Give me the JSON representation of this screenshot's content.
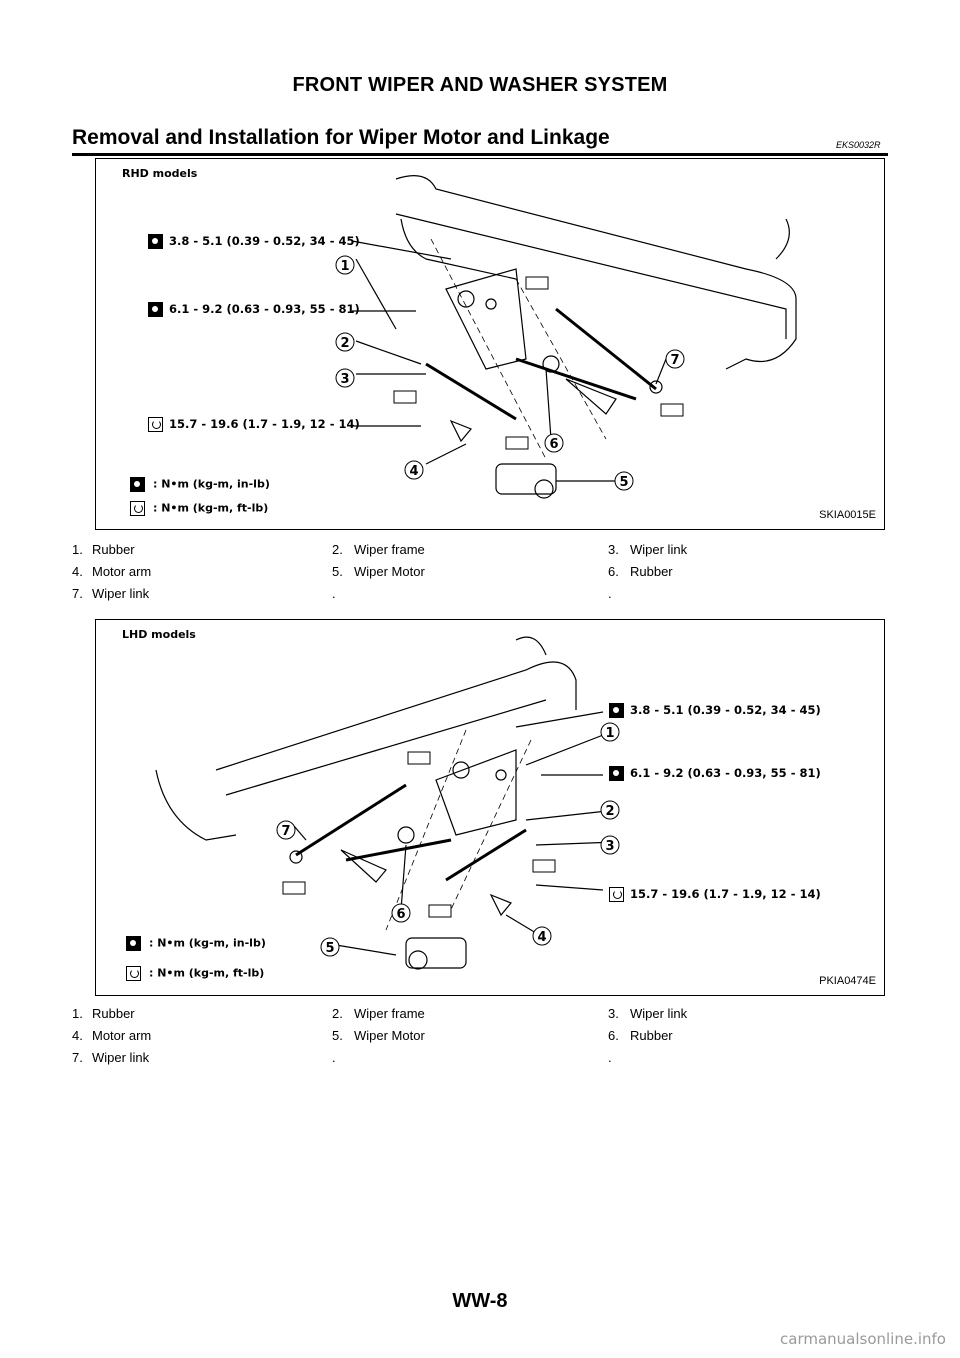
{
  "header": {
    "title": "FRONT WIPER AND WASHER SYSTEM"
  },
  "section": {
    "title": "Removal and Installation for Wiper Motor and Linkage",
    "code": "EKS0032R"
  },
  "figure_rhd": {
    "label": "RHD models",
    "code": "SKIA0015E",
    "torque_1": "3.8 - 5.1 (0.39 - 0.52, 34 - 45)",
    "torque_2": "6.1 - 9.2 (0.63 - 0.93, 55 - 81)",
    "torque_3": "15.7 - 19.6 (1.7 - 1.9, 12 - 14)",
    "legend_inlb": ": N•m  (kg-m,  in-lb)",
    "legend_ftlb": ": N•m  (kg-m,  ft-lb)",
    "numbers": [
      "1",
      "2",
      "3",
      "4",
      "5",
      "6",
      "7"
    ]
  },
  "parts_rhd": [
    [
      "1.",
      "Rubber",
      "2.",
      "Wiper frame",
      "3.",
      "Wiper link"
    ],
    [
      "4.",
      "Motor arm",
      "5.",
      "Wiper Motor",
      "6.",
      "Rubber"
    ],
    [
      "7.",
      "Wiper link",
      ".",
      "",
      ".",
      ""
    ]
  ],
  "figure_lhd": {
    "label": "LHD models",
    "code": "PKIA0474E",
    "torque_1": "3.8 - 5.1 (0.39 - 0.52, 34 - 45)",
    "torque_2": "6.1 - 9.2 (0.63 - 0.93, 55 - 81)",
    "torque_3": "15.7 - 19.6 (1.7 - 1.9, 12 - 14)",
    "legend_inlb": ": N•m  (kg-m,  in-lb)",
    "legend_ftlb": ": N•m  (kg-m,  ft-lb)",
    "numbers": [
      "1",
      "2",
      "3",
      "4",
      "5",
      "6",
      "7"
    ]
  },
  "parts_lhd": [
    [
      "1.",
      "Rubber",
      "2.",
      "Wiper frame",
      "3.",
      "Wiper link"
    ],
    [
      "4.",
      "Motor arm",
      "5.",
      "Wiper Motor",
      "6.",
      "Rubber"
    ],
    [
      "7.",
      "Wiper link",
      ".",
      "",
      ".",
      ""
    ]
  ],
  "footer": {
    "page": "WW-8",
    "watermark": "carmanualsonline.info"
  },
  "icons": {
    "torque_inlb": "torque-wrench-inlb-icon",
    "torque_ftlb": "torque-wrench-ftlb-icon",
    "grease": "grease-icon"
  }
}
